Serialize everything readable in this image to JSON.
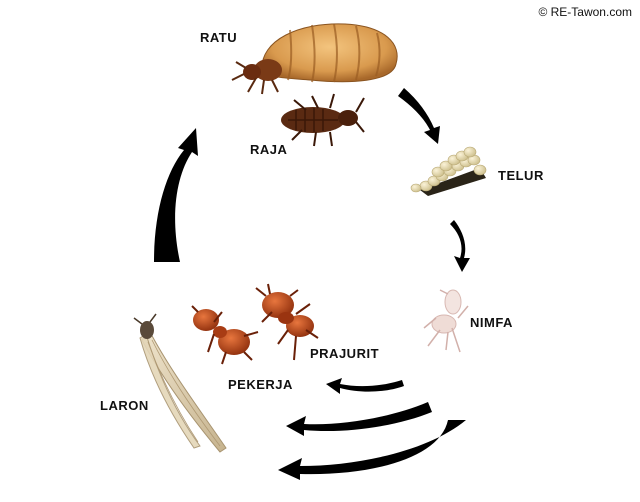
{
  "copyright": "© RE-Tawon.com",
  "stages": {
    "queen": "RATU",
    "king": "RAJA",
    "egg": "TELUR",
    "nymph": "NIMFA",
    "soldier": "PRAJURIT",
    "worker": "PEKERJA",
    "alate": "LARON"
  },
  "colors": {
    "arrow": "#000000",
    "queen_abdomen": "#d99a4e",
    "king_body": "#5a2a12",
    "egg": "#e8dcb0",
    "nymph": "#f0e0dc",
    "worker": "#c2461c",
    "soldier": "#a83a14",
    "alate_wing": "#d8c8a8"
  },
  "icons": [
    "queen-termite-icon",
    "king-termite-icon",
    "egg-cluster-icon",
    "nymph-icon",
    "soldier-termite-icon",
    "worker-termite-icon",
    "alate-termite-icon",
    "cycle-arrow-icon"
  ]
}
